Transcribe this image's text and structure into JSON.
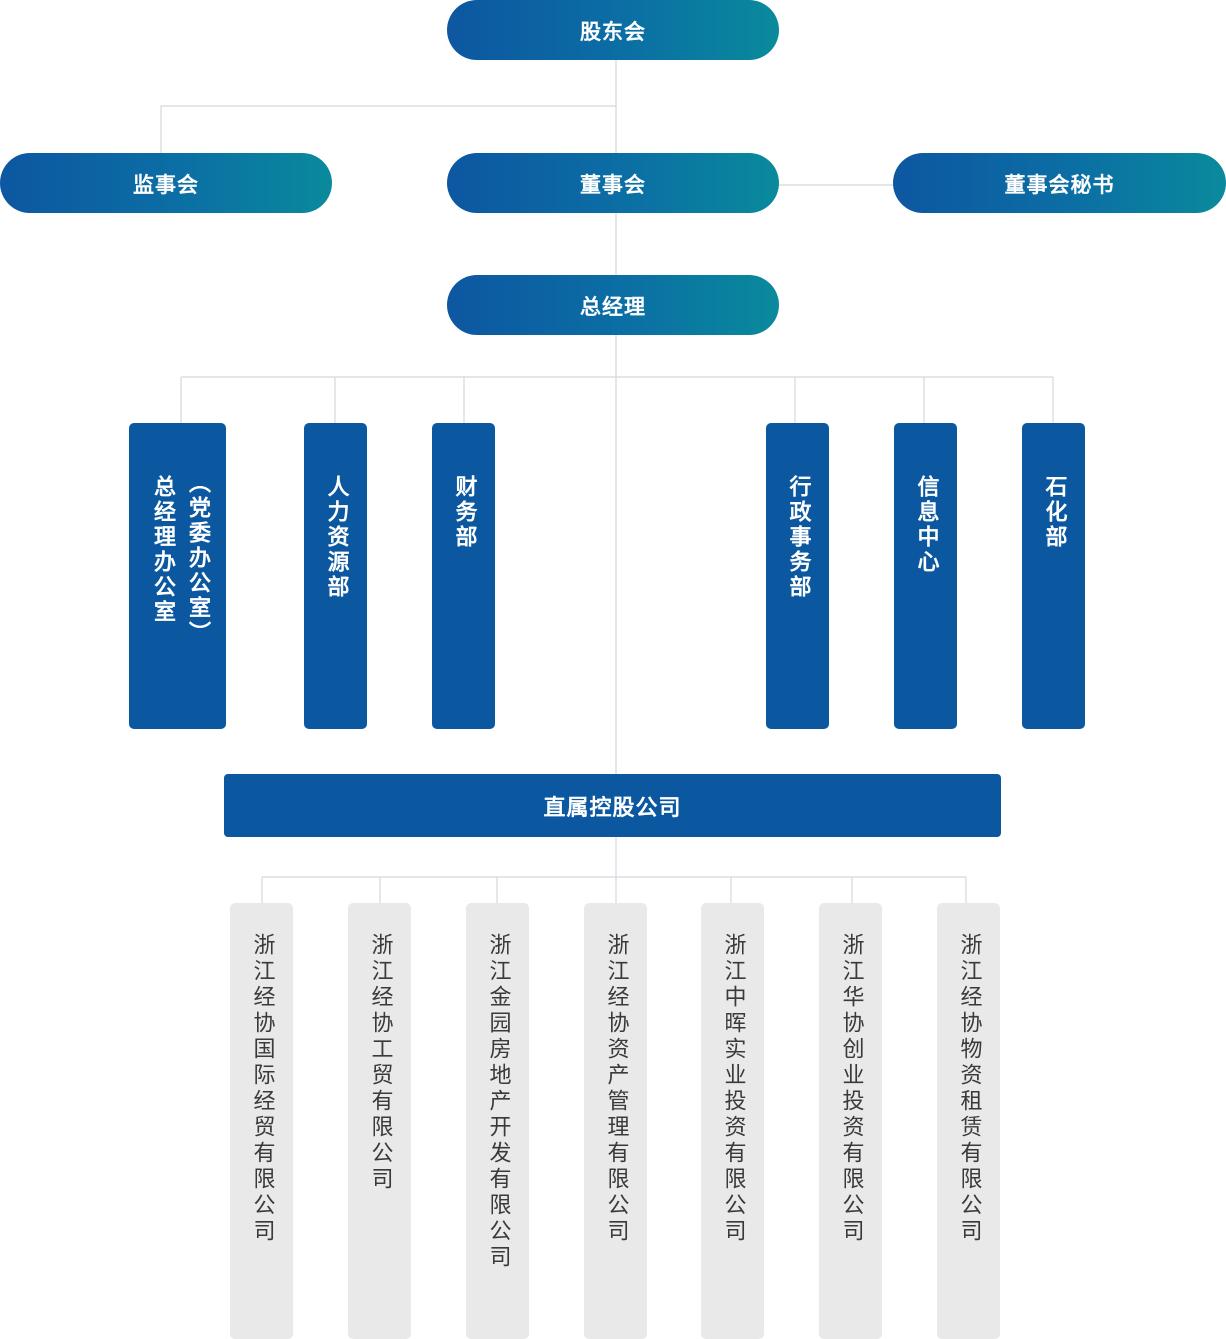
{
  "top": {
    "shareholders": "股东会",
    "supervisors": "监事会",
    "board": "董事会",
    "board_secretary": "董事会秘书",
    "general_manager": "总经理"
  },
  "departments": [
    {
      "label": "总经理办公室",
      "sublabel": "（党委办公室）"
    },
    {
      "label": "人力资源部"
    },
    {
      "label": "财务部"
    },
    {
      "label": "行政事务部"
    },
    {
      "label": "信息中心"
    },
    {
      "label": "石化部"
    }
  ],
  "holding_company": "直属控股公司",
  "subsidiaries": [
    "浙江经协国际经贸有限公司",
    "浙江经协工贸有限公司",
    "浙江金园房地产开发有限公司",
    "浙江经协资产管理有限公司",
    "浙江中晖实业投资有限公司",
    "浙江华协创业投资有限公司",
    "浙江经协物资租赁有限公司"
  ],
  "colors": {
    "pill_gradient_start": "#0d57a1",
    "pill_gradient_end": "#0a8a9c",
    "department_blue": "#0b58a0",
    "subsidiary_gray": "#e9e9e9",
    "connector": "#d3d8de"
  }
}
